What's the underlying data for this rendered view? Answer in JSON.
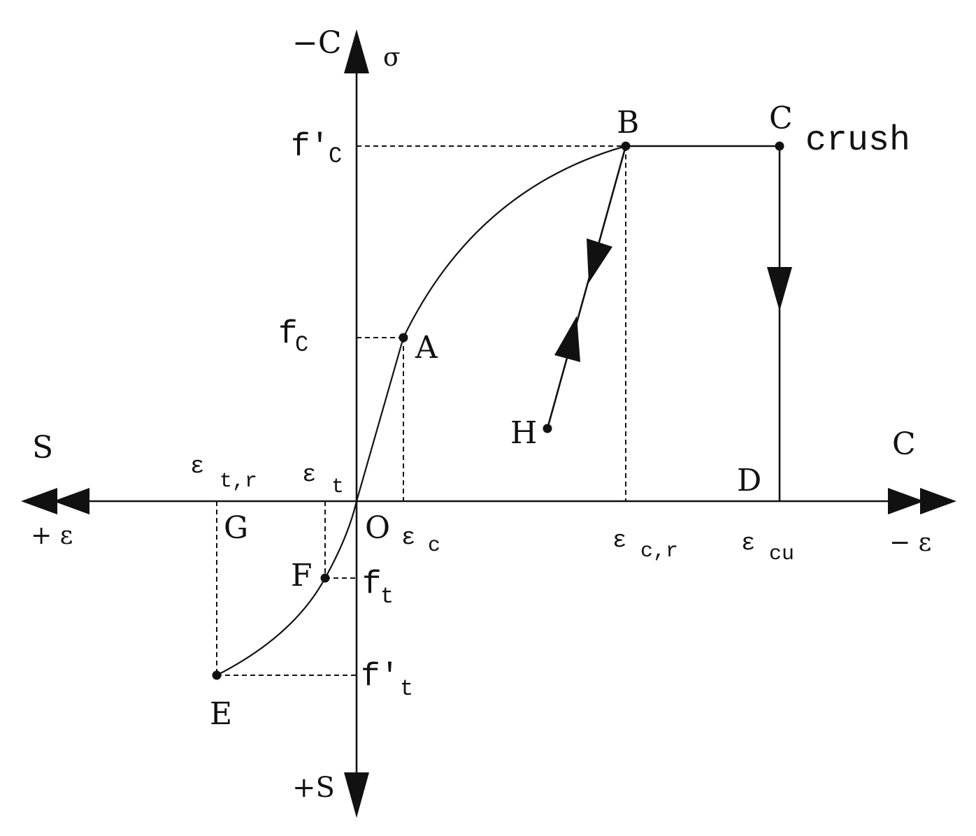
{
  "axes": {
    "y_top_label": "−C",
    "y_bottom_label": "+S",
    "sigma": "σ",
    "x_left_label": "S",
    "x_right_label": "C",
    "x_left_sign": "+ ε",
    "x_right_sign": "− ε"
  },
  "points": {
    "A": "A",
    "B": "B",
    "C": "C",
    "D": "D",
    "E": "E",
    "F": "F",
    "G": "G",
    "H": "H",
    "O": "O"
  },
  "annotations": {
    "crush": "crush"
  },
  "stress_labels": {
    "fpc_main": "f′",
    "fpc_sub": "C",
    "fc_main": "f",
    "fc_sub": "C",
    "ft_main": "f",
    "ft_sub": "t",
    "fpt_main": "f′",
    "fpt_sub": "t"
  },
  "strain_labels": {
    "eps_tr": "ε",
    "eps_tr_sub": "t,r",
    "eps_t": "ε",
    "eps_t_sub": "t",
    "eps_c": "ε",
    "eps_c_sub": "c",
    "eps_cr": "ε",
    "eps_cr_sub": "c,r",
    "eps_cu": "ε",
    "eps_cu_sub": "cu"
  }
}
